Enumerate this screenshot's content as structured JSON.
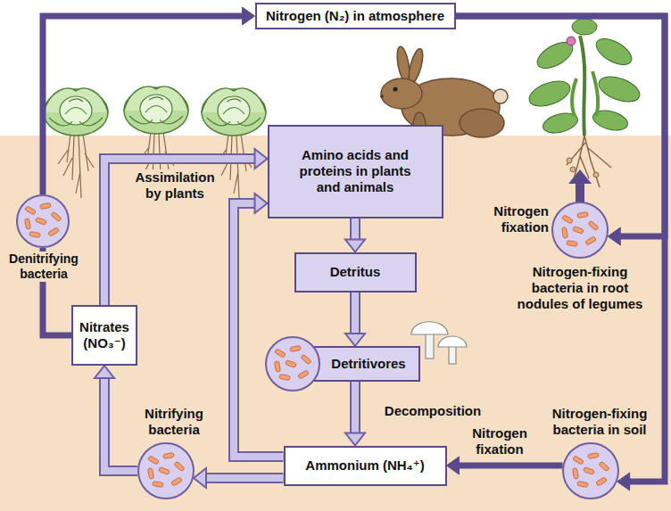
{
  "diagram": {
    "nodes": [
      {
        "text": [
          "Nitrogen (N₂) in atmosphere"
        ]
      },
      {
        "text": [
          "Amino acids and proteins in plants and animals"
        ]
      },
      {
        "text": [
          "Detritus"
        ]
      },
      {
        "text": [
          "Detritivores"
        ]
      },
      {
        "text": [
          "Ammonium (NH₄⁺)"
        ]
      },
      {
        "text": [
          "Nitrates (NO₃⁻)"
        ]
      },
      {
        "text": [
          "Denitrifying bacteria"
        ]
      },
      {
        "text": [
          "Nitrifying bacteria"
        ]
      },
      {
        "text": [
          "Nitrogen-fixing bacteria in root nodules of legumes"
        ]
      },
      {
        "text": [
          "Nitrogen-fixing bacteria in soil"
        ]
      }
    ],
    "edges": [
      {
        "from": 5,
        "to": 1,
        "arrow": "to",
        "label": "Assimilation by plants"
      },
      {
        "from": 1,
        "to": 2,
        "arrow": "to"
      },
      {
        "from": 2,
        "to": 3,
        "arrow": "to"
      },
      {
        "from": 3,
        "to": 4,
        "arrow": "to",
        "label": "Decomposition"
      },
      {
        "from": 4,
        "to": 1,
        "arrow": "to"
      },
      {
        "from": 4,
        "to": 7,
        "arrow": "to"
      },
      {
        "from": 7,
        "to": 5,
        "arrow": "to"
      },
      {
        "from": 5,
        "to": 6,
        "arrow": "none"
      },
      {
        "from": 6,
        "to": 0,
        "arrow": "to"
      },
      {
        "from": 0,
        "to": 8,
        "arrow": "to"
      },
      {
        "from": 0,
        "to": 9,
        "arrow": "to"
      },
      {
        "from": 9,
        "to": 4,
        "arrow": "to",
        "label": "Nitrogen fixation"
      }
    ],
    "labels": [
      "Nitrogen fixation"
    ]
  }
}
